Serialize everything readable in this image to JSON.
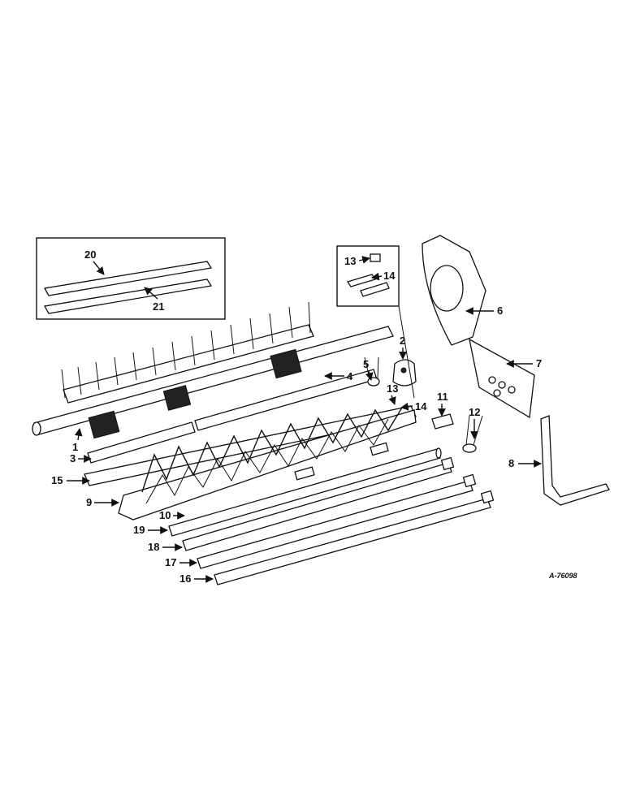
{
  "callouts": [
    "1",
    "2",
    "3",
    "4",
    "5",
    "6",
    "7",
    "8",
    "9",
    "10",
    "11",
    "12",
    "13",
    "13",
    "14",
    "14",
    "15",
    "16",
    "17",
    "18",
    "19",
    "20",
    "21"
  ],
  "reference_code": "A-76098"
}
